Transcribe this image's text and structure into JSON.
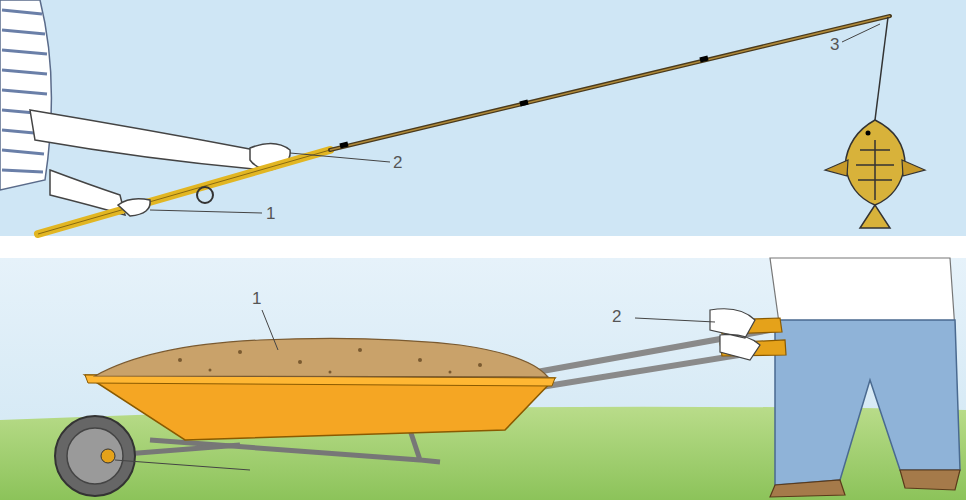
{
  "diagram": {
    "labels": [
      "1",
      "2",
      "3",
      "1",
      "2"
    ]
  }
}
